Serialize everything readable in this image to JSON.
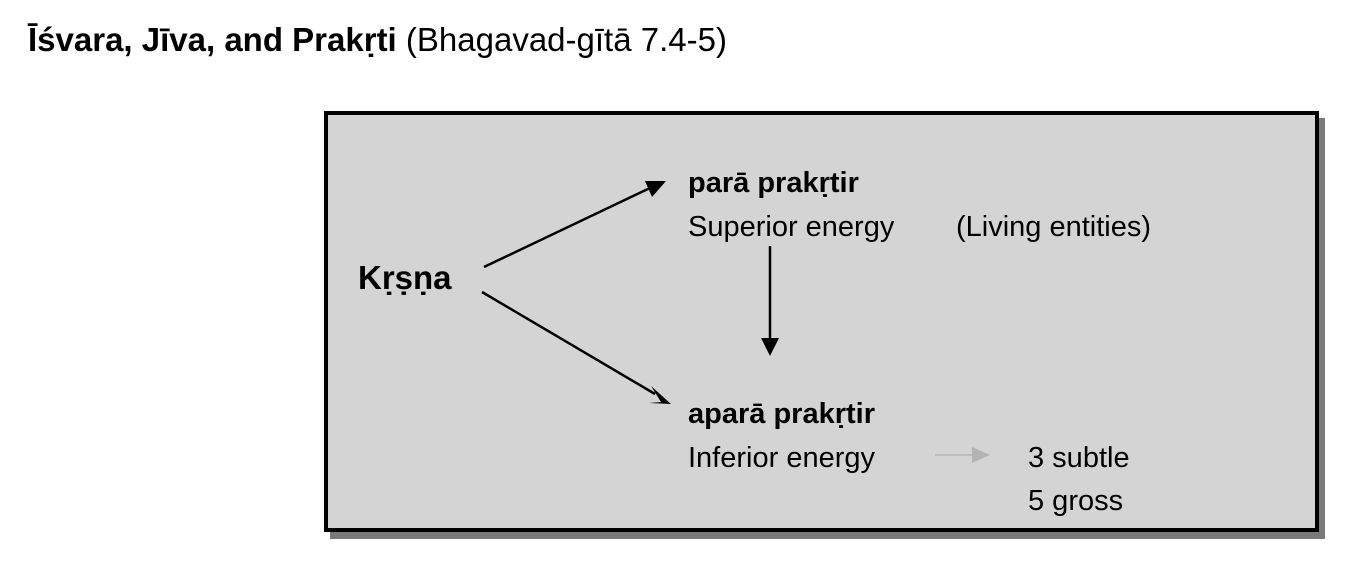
{
  "title": {
    "bold": "Īśvara, Jīva, and Prakṛti",
    "normal": " (Bhagavad-gītā 7.4-5)"
  },
  "diagram": {
    "source": "Kṛṣṇa",
    "superior": {
      "sanskrit": "parā prakṛtir",
      "english": "Superior energy",
      "note": "(Living entities)"
    },
    "inferior": {
      "sanskrit": "aparā prakṛtir",
      "english": "Inferior energy",
      "components": [
        "3 subtle",
        "5 gross"
      ]
    },
    "colors": {
      "box_fill": "#d4d4d4",
      "border": "#000000",
      "shadow": "#7a7a7a",
      "gray_arrow": "#b4b4b4"
    }
  }
}
